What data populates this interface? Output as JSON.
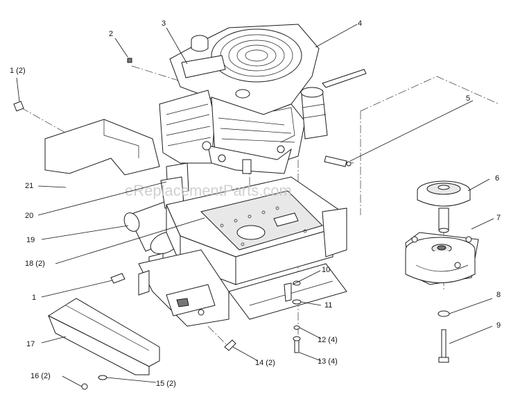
{
  "watermark": "eReplacementParts.com",
  "callouts": [
    {
      "id": "c1-2",
      "text": "1 (2)"
    },
    {
      "id": "c2",
      "text": "2"
    },
    {
      "id": "c3",
      "text": "3"
    },
    {
      "id": "c4",
      "text": "4"
    },
    {
      "id": "c5",
      "text": "5"
    },
    {
      "id": "c6",
      "text": "6"
    },
    {
      "id": "c7",
      "text": "7"
    },
    {
      "id": "c8",
      "text": "8"
    },
    {
      "id": "c9",
      "text": "9"
    },
    {
      "id": "c10",
      "text": "10"
    },
    {
      "id": "c11",
      "text": "11"
    },
    {
      "id": "c12",
      "text": "12 (4)"
    },
    {
      "id": "c13",
      "text": "13 (4)"
    },
    {
      "id": "c14",
      "text": "14 (2)"
    },
    {
      "id": "c15",
      "text": "15 (2)"
    },
    {
      "id": "c16",
      "text": "16 (2)"
    },
    {
      "id": "c17",
      "text": "17"
    },
    {
      "id": "c18",
      "text": "18 (2)"
    },
    {
      "id": "c19",
      "text": "19"
    },
    {
      "id": "c20",
      "text": "20"
    },
    {
      "id": "c21",
      "text": "21"
    },
    {
      "id": "c1",
      "text": "1"
    }
  ]
}
